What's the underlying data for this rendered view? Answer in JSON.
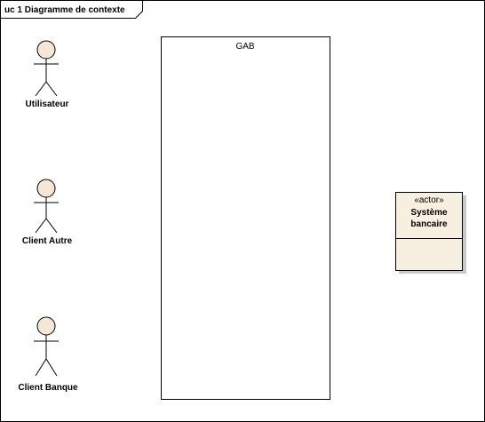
{
  "frame": {
    "title": "uc 1 Diagramme de contexte"
  },
  "actors": [
    {
      "name": "Utilisateur"
    },
    {
      "name": "Client Autre"
    },
    {
      "name": "Client Banque"
    }
  ],
  "system_boundary": {
    "name": "GAB"
  },
  "external_system": {
    "stereotype": "«actor»",
    "name_line1": "Système",
    "name_line2": "bancaire"
  },
  "colors": {
    "actor_head_fill": "#f6e6d6",
    "box_fill": "#f7efdf",
    "shadow": "#c9c9c9",
    "stroke": "#000000"
  }
}
